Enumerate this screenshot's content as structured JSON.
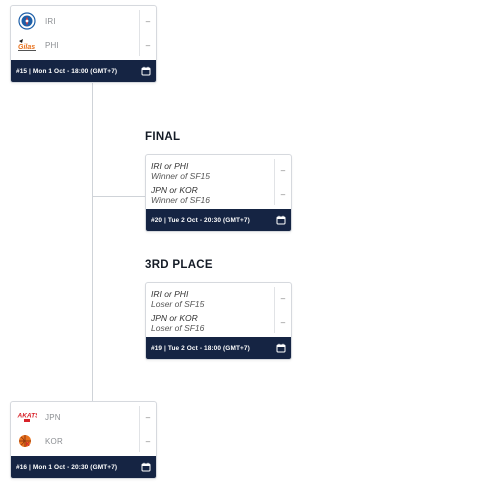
{
  "sf15": {
    "teams": [
      {
        "abbr": "IRI",
        "score": "–",
        "logo_icon": "iri-logo-icon"
      },
      {
        "abbr": "PHI",
        "score": "–",
        "logo_icon": "phi-logo-icon"
      }
    ],
    "footer": "#15 | Mon 1 Oct - 18:00 (GMT+7)"
  },
  "final": {
    "title": "FINAL",
    "rows": [
      {
        "line1": "IRI or PHI",
        "line2": "Winner of SF15",
        "score": "–"
      },
      {
        "line1": "JPN or KOR",
        "line2": "Winner of SF16",
        "score": "–"
      }
    ],
    "footer": "#20 | Tue 2 Oct - 20:30 (GMT+7)"
  },
  "third_place": {
    "title": "3RD PLACE",
    "rows": [
      {
        "line1": "IRI or PHI",
        "line2": "Loser of SF15",
        "score": "–"
      },
      {
        "line1": "JPN or KOR",
        "line2": "Loser of SF16",
        "score": "–"
      }
    ],
    "footer": "#19 | Tue 2 Oct - 18:00 (GMT+7)"
  },
  "sf16": {
    "teams": [
      {
        "abbr": "JPN",
        "score": "–",
        "logo_icon": "jpn-logo-icon"
      },
      {
        "abbr": "KOR",
        "score": "–",
        "logo_icon": "kor-logo-icon"
      }
    ],
    "footer": "#16 | Mon 1 Oct - 20:30 (GMT+7)"
  },
  "colors": {
    "footer_bg": "#152443",
    "connector": "#cfd3d8",
    "card_border": "#d6d9de"
  }
}
